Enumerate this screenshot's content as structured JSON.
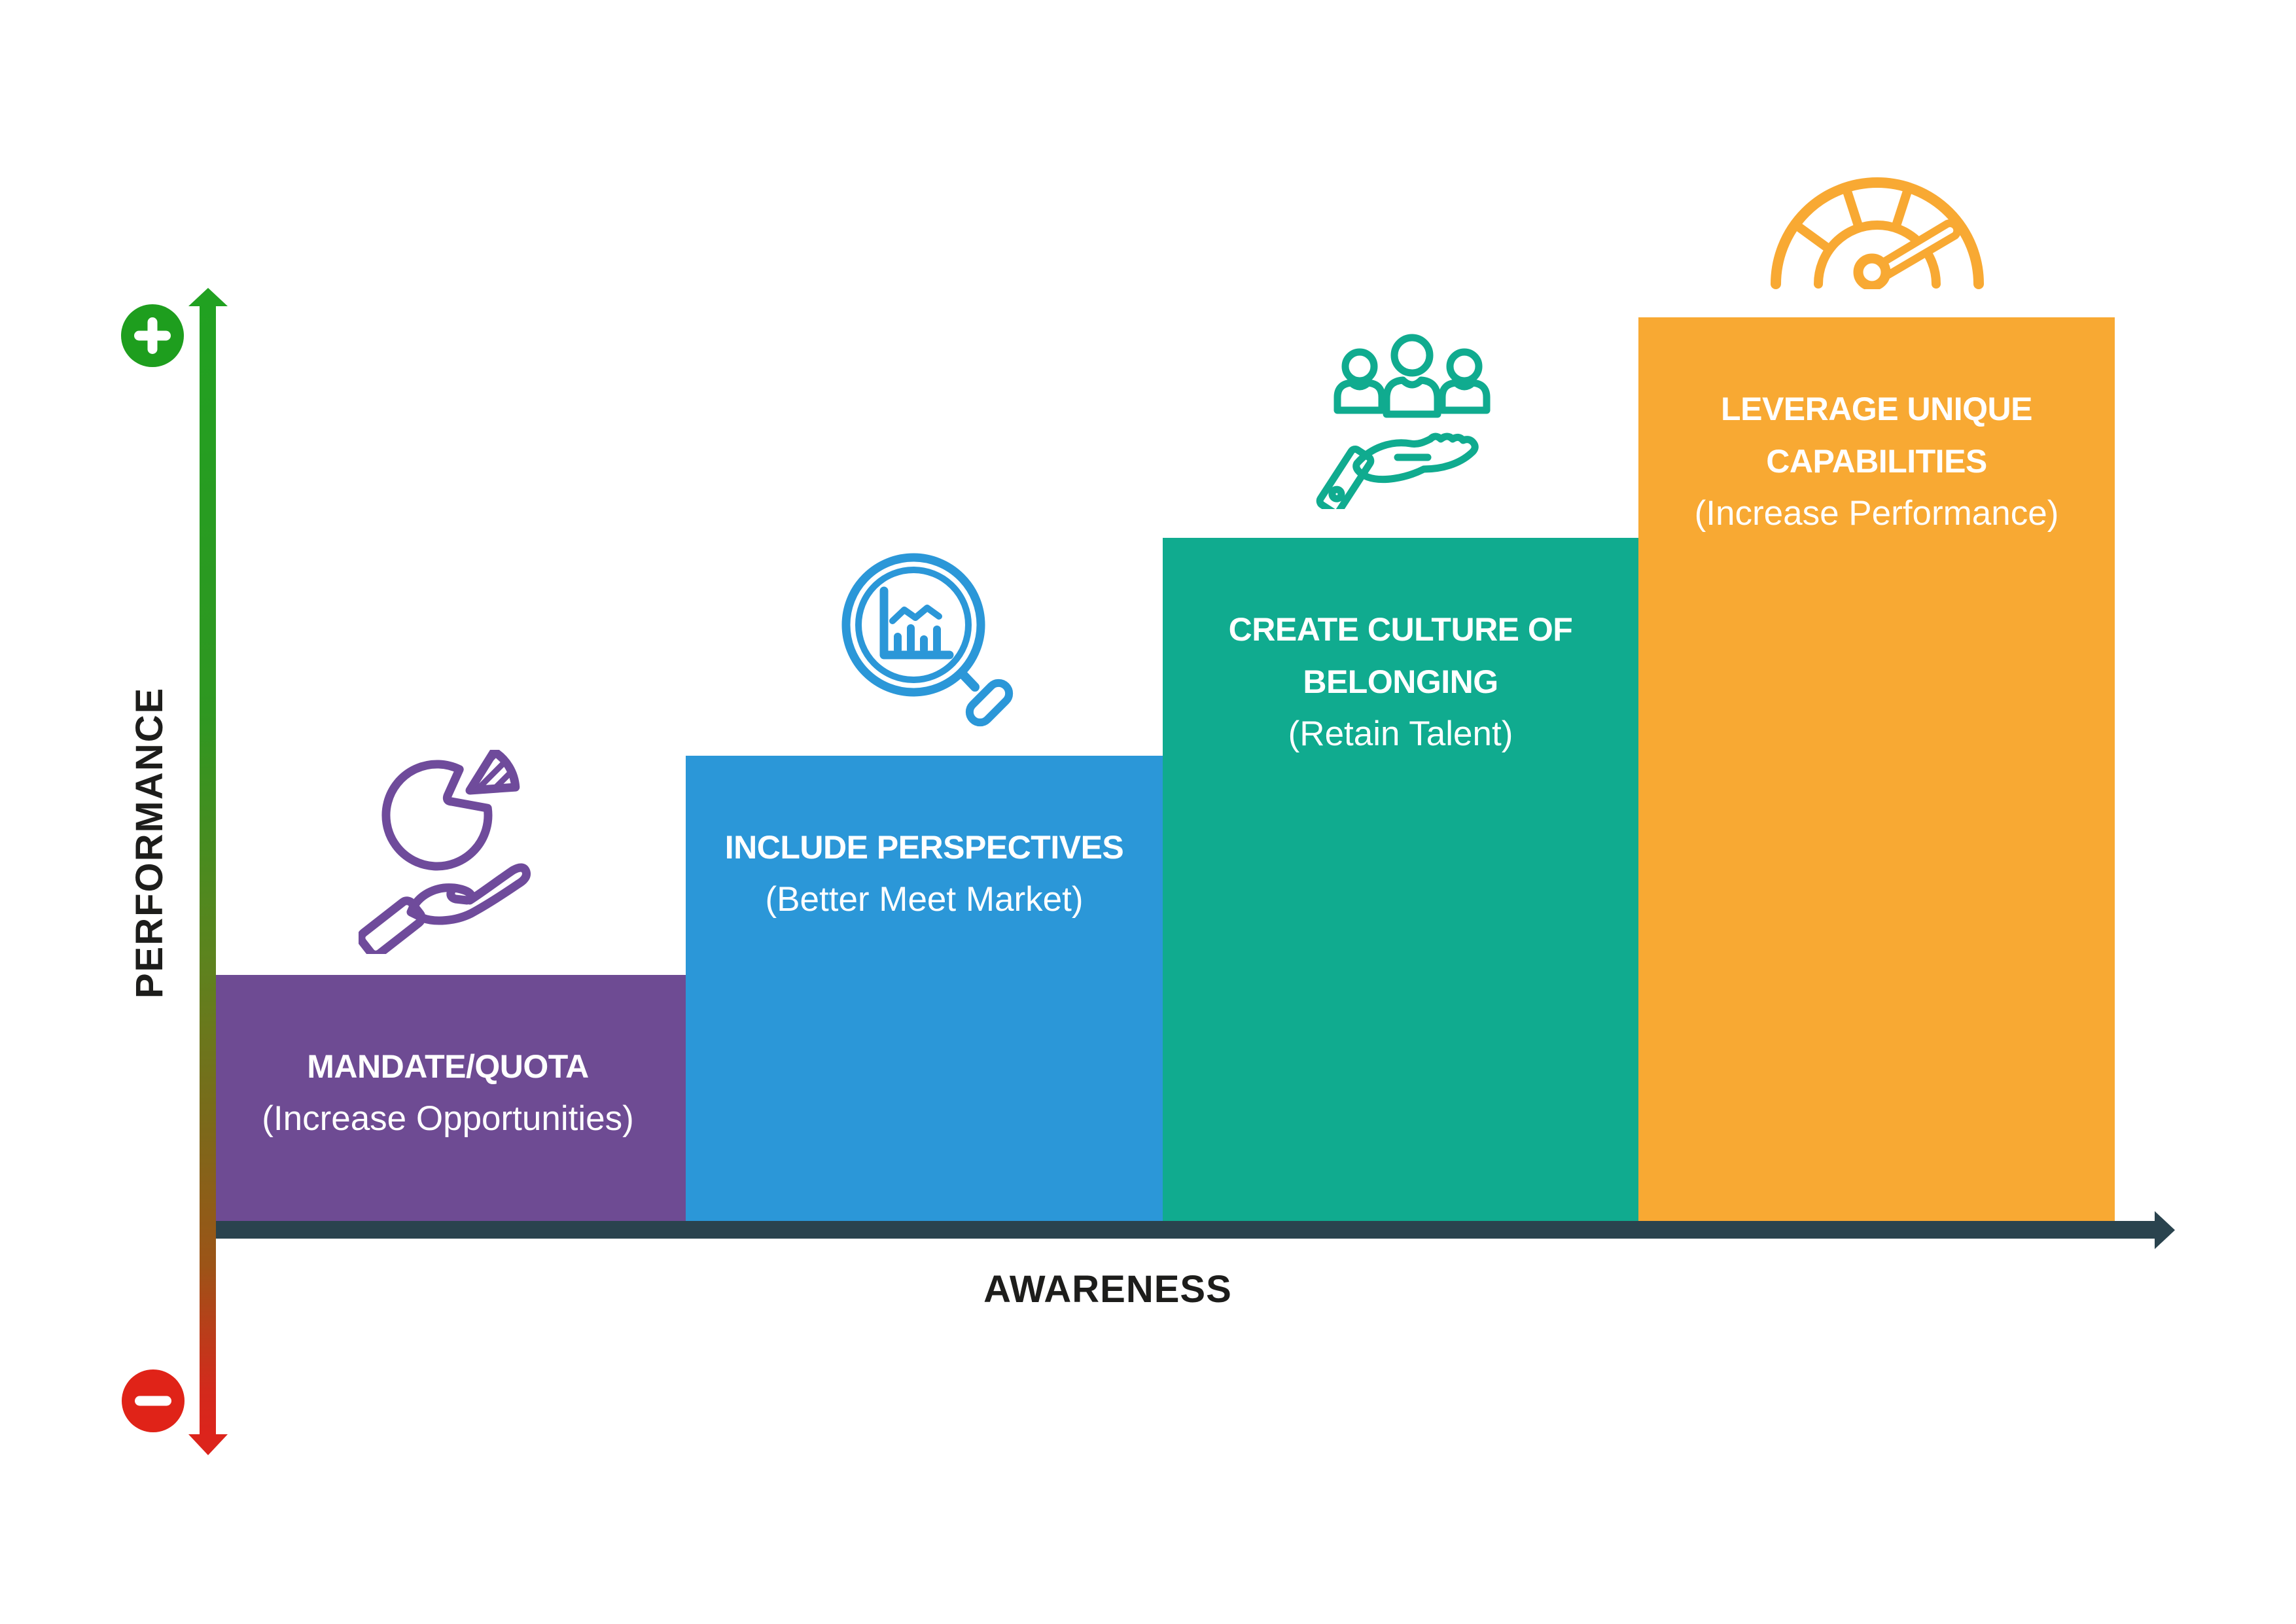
{
  "colors": {
    "bar_purple": "#6E4B93",
    "bar_blue": "#2B97D8",
    "bar_teal": "#10AB8F",
    "bar_orange": "#F8A933",
    "axis_dark": "#2A434E",
    "positive_green": "#1E9E1E",
    "negative_red": "#DC241C",
    "heading_text": "#1D1D1B",
    "bar_label_text": "#FFFFFF"
  },
  "y_axis": {
    "label": "PERFORMANCE",
    "positive_icon": "plus-circle",
    "negative_icon": "minus-circle",
    "gradient": "green-to-red"
  },
  "x_axis": {
    "label": "AWARENESS",
    "arrow": "right-arrowhead"
  },
  "bars": [
    {
      "title_line1": "MANDATE/QUOTA",
      "subtitle": "(Increase Opportunities)",
      "color": "#6E4B93",
      "icon": "hand-holding-pie-chart-icon",
      "relative_height": 1
    },
    {
      "title_line1": "INCLUDE PERSPECTIVES",
      "subtitle": "(Better Meet Market)",
      "color": "#2B97D8",
      "icon": "magnifying-glass-chart-icon",
      "relative_height": 2
    },
    {
      "title_line1": "CREATE CULTURE OF",
      "title_line2": "BELONGING",
      "subtitle": "(Retain Talent)",
      "color": "#10AB8F",
      "icon": "hand-holding-people-icon",
      "relative_height": 3
    },
    {
      "title_line1": "LEVERAGE UNIQUE",
      "title_line2": "CAPABILITIES",
      "subtitle": "(Increase Performance)",
      "color": "#F8A933",
      "icon": "speedometer-gauge-icon",
      "relative_height": 4
    }
  ]
}
